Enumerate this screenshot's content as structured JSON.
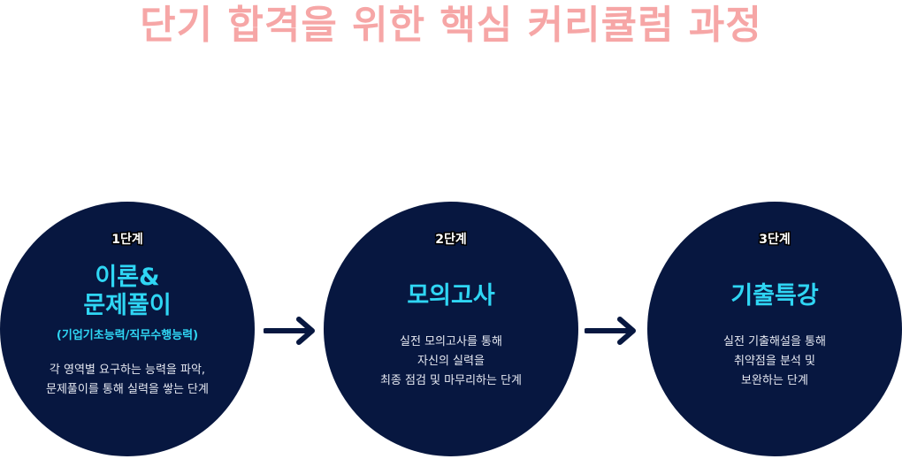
{
  "title": "단기 합격을 위한 핵심 커리큘럼 과정",
  "steps": [
    {
      "badge": "1단계",
      "title_lines": [
        "이론&",
        "문제풀이"
      ],
      "subtitle": "(기업기초능력/직무수행능력)",
      "desc_lines": [
        "각 영역별 요구하는 능력을 파악,",
        "문제풀이를 통해 실력을 쌓는 단계"
      ]
    },
    {
      "badge": "2단계",
      "title_lines": [
        "모의고사"
      ],
      "desc_lines": [
        "실전 모의고사를 통해",
        "자신의 실력을",
        "최종 점검 및 마무리하는 단계"
      ]
    },
    {
      "badge": "3단계",
      "title_lines": [
        "기출특강"
      ],
      "desc_lines": [
        "실전 기출해설을 통해",
        "취약점을 분석 및",
        "보완하는 단계"
      ]
    }
  ],
  "colors": {
    "title": "#f6a6a6",
    "circle": "#071740",
    "accent": "#2fd6f4",
    "arrow": "#071740"
  },
  "icons": [
    "arrow-right-icon",
    "arrow-right-icon"
  ]
}
